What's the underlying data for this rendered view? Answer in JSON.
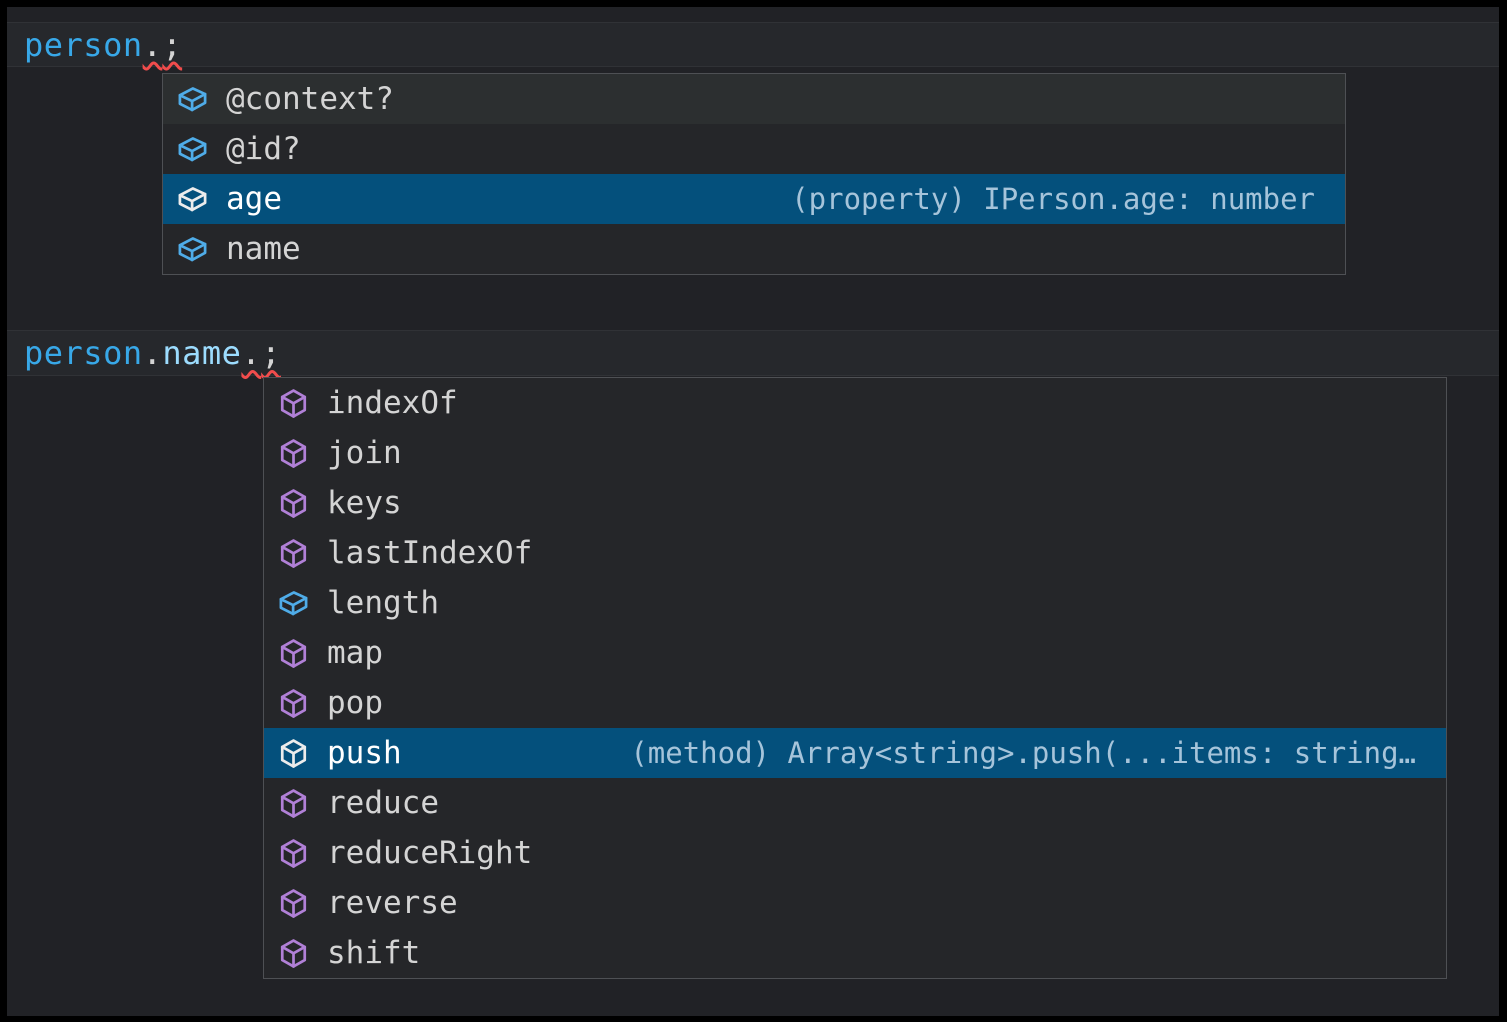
{
  "app": "code-editor-intellisense",
  "colors": {
    "editor_background": "#212226",
    "line_highlight": "#26282c",
    "suggest_background": "#252629",
    "suggest_border": "#4e5054",
    "selection_background": "#04507c",
    "hover_background": "#2c2f30",
    "variable_color": "#38a8e8",
    "property_color": "#9cdcfe",
    "punctuation_color": "#d4d4d4",
    "field_icon_color": "#4face8",
    "method_icon_color": "#b180d7",
    "error_squiggle_color": "#f14c4c",
    "detail_text_color": "#a6c4da"
  },
  "code_lines": [
    {
      "name": "code-line-person",
      "tokens": [
        {
          "text": "person",
          "type": "variable",
          "squiggle": false
        },
        {
          "text": ".",
          "type": "punct",
          "squiggle": true
        },
        {
          "text": ";",
          "type": "punct",
          "squiggle": true
        }
      ]
    },
    {
      "name": "code-line-person-name",
      "tokens": [
        {
          "text": "person",
          "type": "variable",
          "squiggle": false
        },
        {
          "text": ".",
          "type": "punct",
          "squiggle": false
        },
        {
          "text": "name",
          "type": "property",
          "squiggle": false
        },
        {
          "text": ".",
          "type": "punct",
          "squiggle": true
        },
        {
          "text": ";",
          "type": "punct",
          "squiggle": true
        }
      ]
    }
  ],
  "dropdowns": [
    {
      "name": "person-suggest-widget",
      "items": [
        {
          "label": "@context?",
          "kind": "field",
          "state": "hover",
          "detail": ""
        },
        {
          "label": "@id?",
          "kind": "field",
          "state": "normal",
          "detail": ""
        },
        {
          "label": "age",
          "kind": "field",
          "state": "selected",
          "detail": "(property) IPerson.age: number"
        },
        {
          "label": "name",
          "kind": "field",
          "state": "normal",
          "detail": ""
        }
      ]
    },
    {
      "name": "person-name-suggest-widget",
      "items": [
        {
          "label": "indexOf",
          "kind": "method",
          "state": "normal",
          "detail": ""
        },
        {
          "label": "join",
          "kind": "method",
          "state": "normal",
          "detail": ""
        },
        {
          "label": "keys",
          "kind": "method",
          "state": "normal",
          "detail": ""
        },
        {
          "label": "lastIndexOf",
          "kind": "method",
          "state": "normal",
          "detail": ""
        },
        {
          "label": "length",
          "kind": "field",
          "state": "normal",
          "detail": ""
        },
        {
          "label": "map",
          "kind": "method",
          "state": "normal",
          "detail": ""
        },
        {
          "label": "pop",
          "kind": "method",
          "state": "normal",
          "detail": ""
        },
        {
          "label": "push",
          "kind": "method",
          "state": "selected",
          "detail": "(method) Array<string>.push(...items: string…"
        },
        {
          "label": "reduce",
          "kind": "method",
          "state": "normal",
          "detail": ""
        },
        {
          "label": "reduceRight",
          "kind": "method",
          "state": "normal",
          "detail": ""
        },
        {
          "label": "reverse",
          "kind": "method",
          "state": "normal",
          "detail": ""
        },
        {
          "label": "shift",
          "kind": "method",
          "state": "normal",
          "detail": ""
        }
      ]
    }
  ]
}
